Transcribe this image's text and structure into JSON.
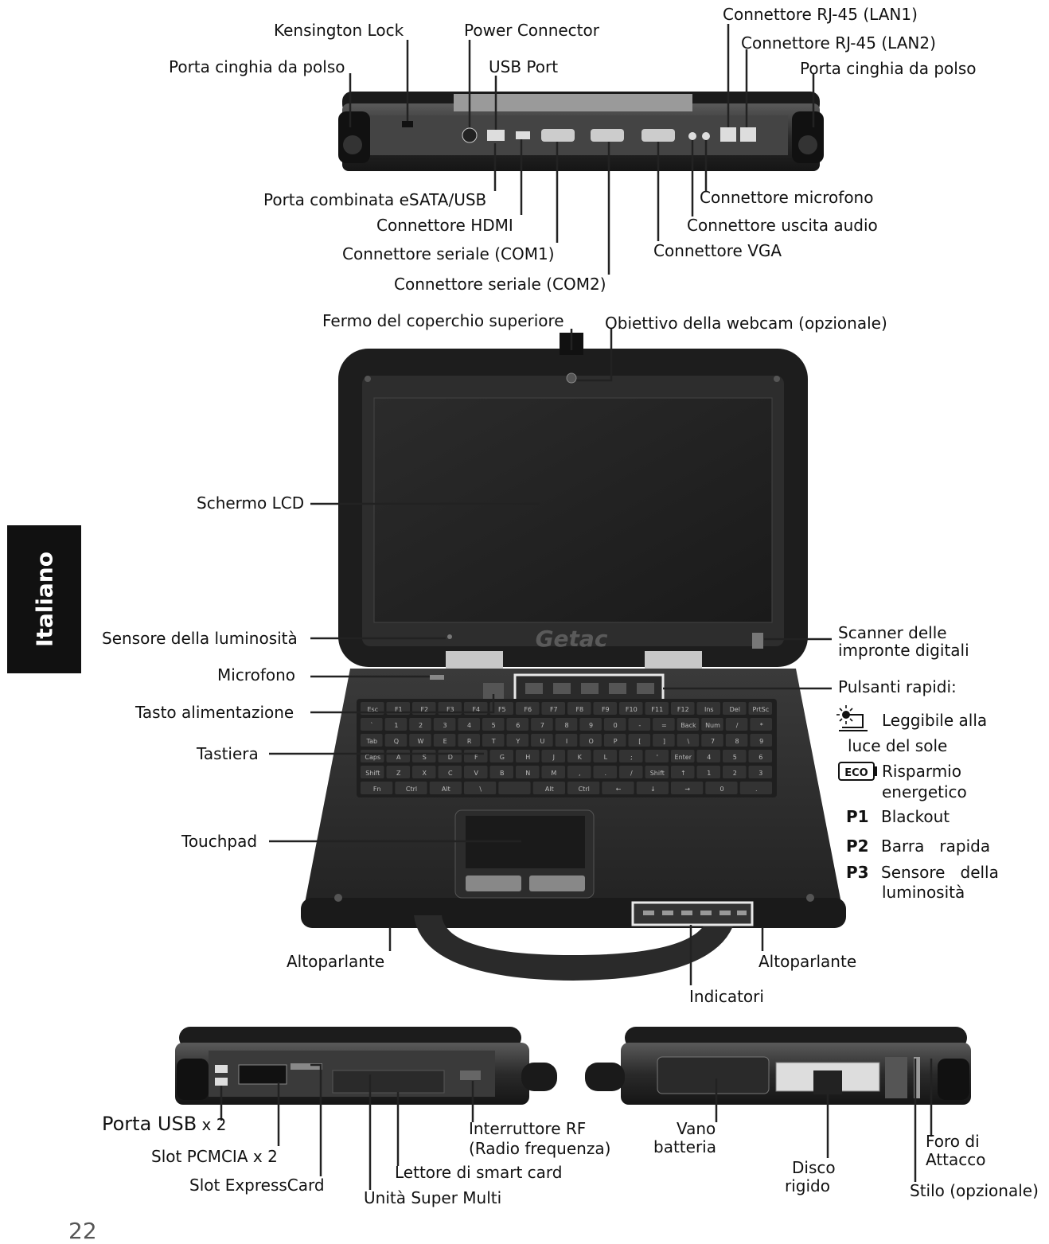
{
  "side_tab": "Italiano",
  "page_number": "22",
  "brand": "Getac",
  "rear_labels": {
    "kensington": "Kensington Lock",
    "power": "Power Connector",
    "usb": "USB Port",
    "strap_left": "Porta cinghia da polso",
    "lan1": "Connettore RJ-45 (LAN1)",
    "lan2": "Connettore RJ-45 (LAN2)",
    "strap_right": "Porta cinghia da polso",
    "esata": "Porta combinata eSATA/USB",
    "hdmi": "Connettore HDMI",
    "com1": "Connettore seriale (COM1)",
    "com2": "Connettore seriale (COM2)",
    "mic": "Connettore microfono",
    "audio_out": "Connettore uscita audio",
    "vga": "Connettore VGA"
  },
  "front_labels": {
    "latch": "Fermo del coperchio superiore",
    "webcam": "Obiettivo della webcam (opzionale)",
    "lcd": "Schermo LCD",
    "light_sensor": "Sensore della luminosità",
    "microphone": "Microfono",
    "power_key": "Tasto alimentazione",
    "keyboard": "Tastiera",
    "touchpad": "Touchpad",
    "speaker_left": "Altoparlante",
    "speaker_right": "Altoparlante",
    "indicators": "Indicatori",
    "fingerprint_1": "Scanner delle",
    "fingerprint_2": "impronte digitali",
    "hotkeys_title": "Pulsanti rapidi:"
  },
  "hotkeys": {
    "sun_1": "Leggibile alla",
    "sun_2": "luce del sole",
    "eco_badge": "ECO",
    "eco_1": "Risparmio",
    "eco_2": "energetico",
    "p1_code": "P1",
    "p1_label": "Blackout",
    "p2_code": "P2",
    "p2_label": "Barra   rapida",
    "p3_code": "P3",
    "p3_label": "Sensore   della",
    "p3_label_2": "luminosità"
  },
  "left_labels": {
    "usb_main": "Porta USB",
    "usb_count": " x 2",
    "pcmcia": "Slot PCMCIA x 2",
    "expresscard": "Slot ExpressCard",
    "rf_1": "Interruttore RF",
    "rf_2": "(Radio frequenza)",
    "smartcard": "Lettore di smart card",
    "supermulti": "Unità Super Multi"
  },
  "right_labels": {
    "battery_1": "Vano",
    "battery_2": "batteria",
    "hdd_1": "Disco",
    "hdd_2": "rigido",
    "tether_1": "Foro di",
    "tether_2": "Attacco",
    "stylus": "Stilo (opzionale)"
  },
  "keyboard_rows": [
    [
      "Esc",
      "F1",
      "F2",
      "F3",
      "F4",
      "F5",
      "F6",
      "F7",
      "F8",
      "F9",
      "F10",
      "F11",
      "F12",
      "Ins",
      "Del",
      "PrtSc"
    ],
    [
      "`",
      "1",
      "2",
      "3",
      "4",
      "5",
      "6",
      "7",
      "8",
      "9",
      "0",
      "-",
      "=",
      "Back",
      "Num",
      "/",
      "*"
    ],
    [
      "Tab",
      "Q",
      "W",
      "E",
      "R",
      "T",
      "Y",
      "U",
      "I",
      "O",
      "P",
      "[",
      "]",
      "\\",
      "7",
      "8",
      "9"
    ],
    [
      "Caps",
      "A",
      "S",
      "D",
      "F",
      "G",
      "H",
      "J",
      "K",
      "L",
      ";",
      "'",
      "Enter",
      "4",
      "5",
      "6"
    ],
    [
      "Shift",
      "Z",
      "X",
      "C",
      "V",
      "B",
      "N",
      "M",
      ",",
      ".",
      "/",
      "Shift",
      "↑",
      "1",
      "2",
      "3"
    ],
    [
      "Fn",
      "Ctrl",
      "Alt",
      "\\",
      " ",
      "Alt",
      "Ctrl",
      "←",
      "↓",
      "→",
      "0",
      "."
    ]
  ]
}
